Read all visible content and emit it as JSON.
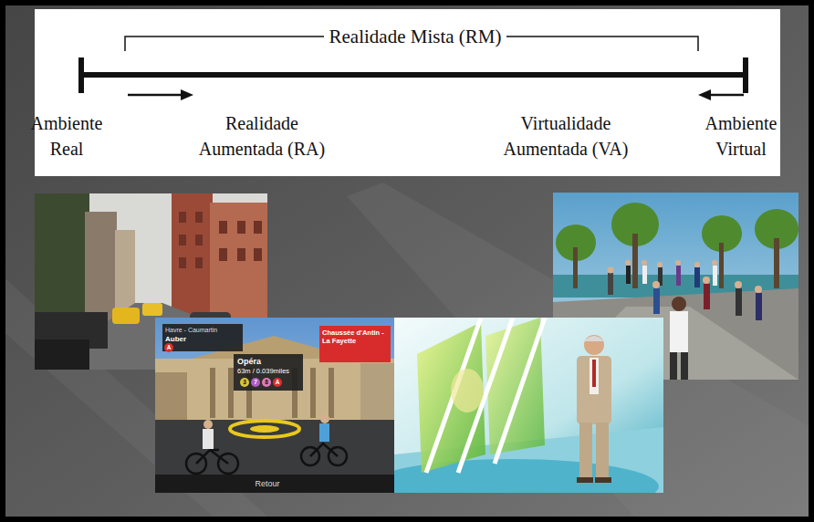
{
  "diagram": {
    "labels": [
      "Realidade Mista (RM)",
      "Ambiente Real",
      "Realidade Aumentada (RA)",
      "Virtualidade Aumentada (VA)",
      "Ambiente Virtual",
      "Havre - Caumartin",
      "Auber",
      "A",
      "Opéra",
      "63m / 0.039miles",
      "3",
      "7",
      "8",
      "A",
      "Chaussée d'Antin - La Fayette",
      "Retour"
    ]
  }
}
